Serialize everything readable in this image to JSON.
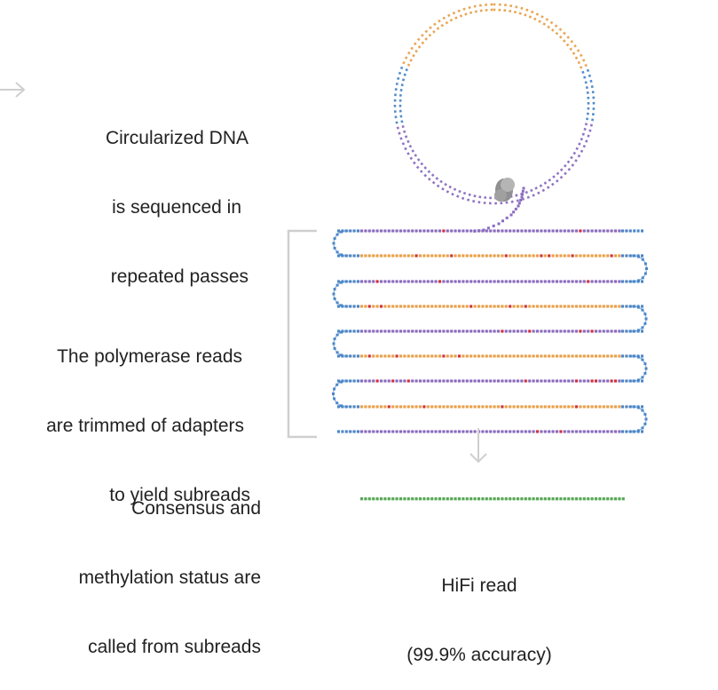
{
  "steps": {
    "circularized": {
      "lines": [
        "Circularized DNA",
        "is sequenced in",
        "repeated passes"
      ]
    },
    "polymerase": {
      "lines": [
        "The polymerase reads",
        "are trimmed of adapters",
        "to yield subreads"
      ]
    },
    "consensus": {
      "lines": [
        "Consensus and",
        "methylation status are",
        "called from subreads"
      ]
    },
    "hifi": {
      "lines": [
        "HiFi read",
        "(99.9% accuracy)"
      ]
    }
  },
  "icons": {
    "incoming_arrow": "arrow-right-icon",
    "down_arrow": "arrow-down-icon",
    "polymerase": "polymerase-enzyme-icon",
    "bracket": "bracket-icon"
  },
  "colors": {
    "orange": "#E8A04A",
    "blue": "#4A86C8",
    "purple": "#8A6BBE",
    "red": "#D0303A",
    "green": "#5AA85A",
    "gray": "#CFCFCF",
    "text": "#222222"
  },
  "subreads": {
    "row_count": 9,
    "row_colors": [
      "purple",
      "orange",
      "purple",
      "orange",
      "purple",
      "orange",
      "purple",
      "orange",
      "purple"
    ]
  }
}
